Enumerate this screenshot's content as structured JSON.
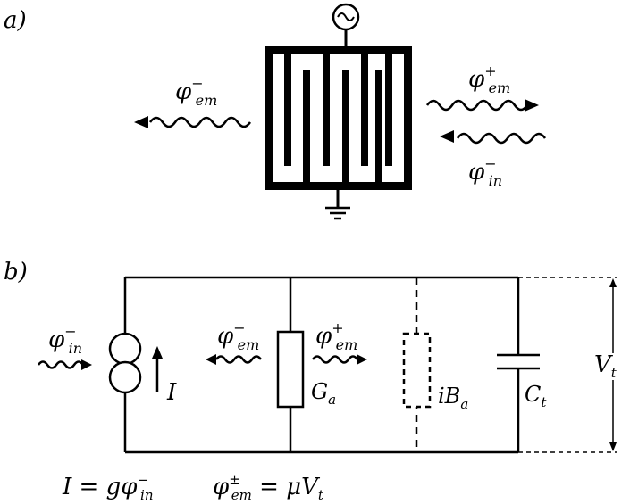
{
  "panel_a": {
    "label": "a)",
    "phi_em_minus": {
      "base": "φ",
      "sup": "−",
      "sub": "em"
    },
    "phi_em_plus": {
      "base": "φ",
      "sup": "+",
      "sub": "em"
    },
    "phi_in_minus": {
      "base": "φ",
      "sup": "−",
      "sub": "in"
    },
    "source_symbol": "~"
  },
  "panel_b": {
    "label": "b)",
    "phi_in_minus": {
      "base": "φ",
      "sup": "−",
      "sub": "in"
    },
    "phi_em_minus": {
      "base": "φ",
      "sup": "−",
      "sub": "em"
    },
    "phi_em_plus": {
      "base": "φ",
      "sup": "+",
      "sub": "em"
    },
    "current_label": "I",
    "ga_label": {
      "base": "G",
      "sub": "a"
    },
    "iba_label": {
      "base": "iB",
      "sub": "a"
    },
    "ct_label": {
      "base": "C",
      "sub": "t"
    },
    "vt_label": {
      "base": "V",
      "sub": "t"
    },
    "eq1": {
      "lhs": "I = gφ",
      "sup": "−",
      "sub": "in"
    },
    "eq2": {
      "base": "φ",
      "sup": "±",
      "sub": "em",
      "rhs": " = μV",
      "rhs_sub": "t"
    }
  }
}
